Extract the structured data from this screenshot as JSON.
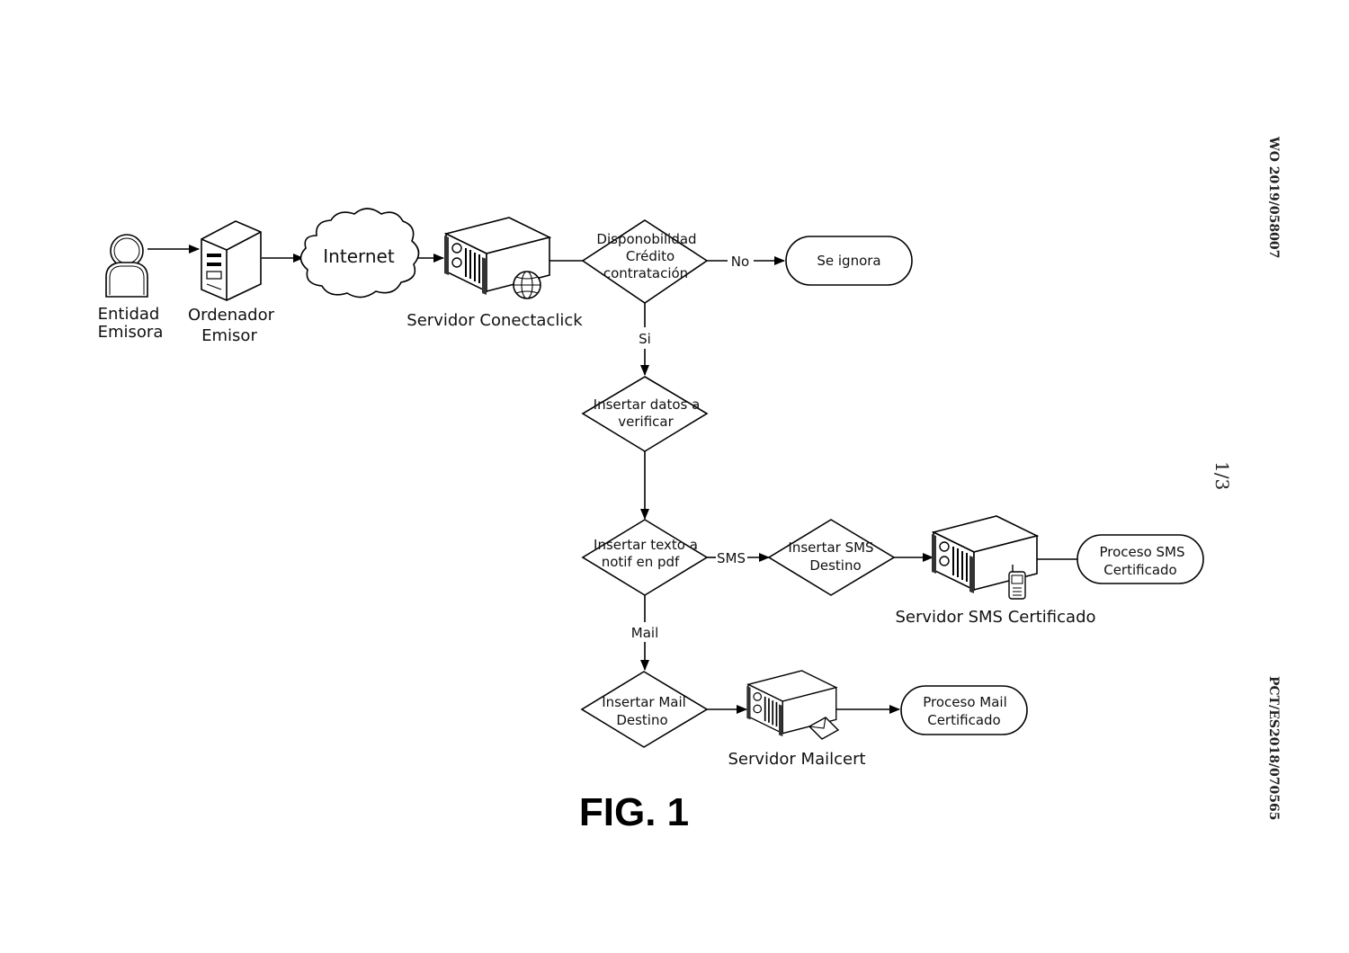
{
  "nodes": {
    "entidad_emisora": [
      "Entidad",
      "Emisora"
    ],
    "ordenador_emisor": [
      "Ordenador",
      "Emisor"
    ],
    "internet": "Internet",
    "servidor_conectaclick": "Servidor Conectaclick",
    "decision_credito": [
      "Disponobilidad",
      "Crédito",
      "contratación"
    ],
    "se_ignora": "Se ignora",
    "insertar_datos": [
      "Insertar datos a",
      "verificar"
    ],
    "insertar_texto": [
      "Insertar texto a",
      "notif en pdf"
    ],
    "insertar_sms": [
      "Insertar SMS",
      "Destino"
    ],
    "servidor_sms": "Servidor SMS Certificado",
    "proceso_sms": [
      "Proceso SMS",
      "Certificado"
    ],
    "insertar_mail": [
      "Insertar Mail",
      "Destino"
    ],
    "servidor_mailcert": "Servidor Mailcert",
    "proceso_mail": [
      "Proceso Mail",
      "Certificado"
    ]
  },
  "edges": {
    "no": "No",
    "si": "Si",
    "sms": "SMS",
    "mail": "Mail"
  },
  "figure_label": "FIG. 1",
  "page_number": "1/3",
  "doc_ids": {
    "publication": "WO 2019/058007",
    "application": "PCT/ES2018/070565"
  }
}
